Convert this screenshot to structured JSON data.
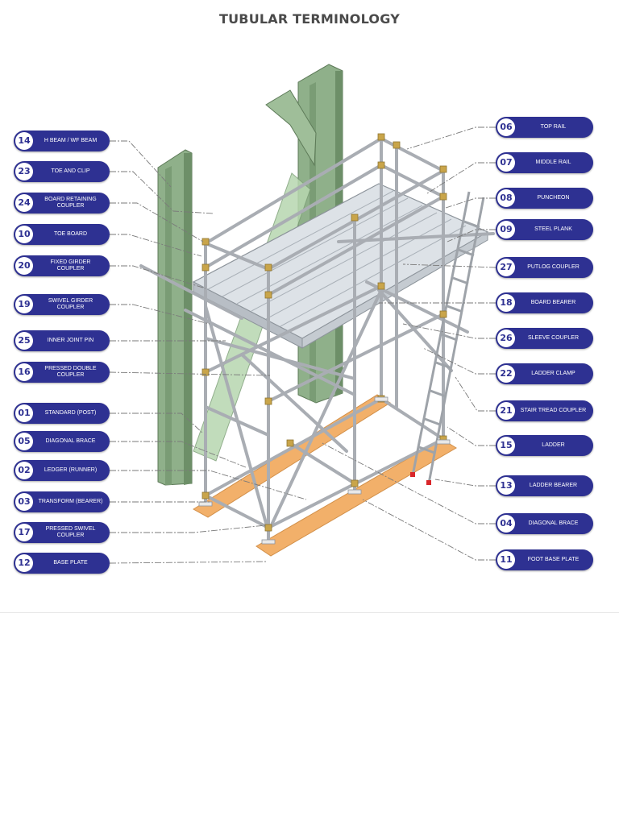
{
  "title": "TUBULAR TERMINOLOGY",
  "colors": {
    "label_fill": "#2e3192",
    "number_fill": "#ffffff",
    "steel_beam": "#8fb08a",
    "tube": "#a9adb3",
    "coupler": "#c9a54a",
    "base_board": "#f2b06a",
    "ladder_foot": "#d9262a"
  },
  "labels_left": [
    {
      "num": "14",
      "text": "H BEAM / WF BEAM"
    },
    {
      "num": "23",
      "text": "TOE AND CLIP"
    },
    {
      "num": "24",
      "text": "BOARD RETAINING COUPLER"
    },
    {
      "num": "10",
      "text": "TOE BOARD"
    },
    {
      "num": "20",
      "text": "FIXED GIRDER COUPLER"
    },
    {
      "num": "19",
      "text": "SWIVEL GIRDER COUPLER"
    },
    {
      "num": "25",
      "text": "INNER JOINT PIN"
    },
    {
      "num": "16",
      "text": "PRESSED DOUBLE COUPLER"
    },
    {
      "num": "01",
      "text": "STANDARD (POST)"
    },
    {
      "num": "05",
      "text": "DIAGONAL BRACE"
    },
    {
      "num": "02",
      "text": "LEDGER (RUNNER)"
    },
    {
      "num": "03",
      "text": "TRANSFORM (BEARER)"
    },
    {
      "num": "17",
      "text": "PRESSED SWIVEL COUPLER"
    },
    {
      "num": "12",
      "text": "BASE PLATE"
    }
  ],
  "labels_right": [
    {
      "num": "06",
      "text": "TOP RAIL"
    },
    {
      "num": "07",
      "text": "MIDDLE RAIL"
    },
    {
      "num": "08",
      "text": "PUNCHEON"
    },
    {
      "num": "09",
      "text": "STEEL PLANK"
    },
    {
      "num": "27",
      "text": "PUTLOG COUPLER"
    },
    {
      "num": "18",
      "text": "BOARD BEARER"
    },
    {
      "num": "26",
      "text": "SLEEVE COUPLER"
    },
    {
      "num": "22",
      "text": "LADDER CLAMP"
    },
    {
      "num": "21",
      "text": "STAIR TREAD COUPLER"
    },
    {
      "num": "15",
      "text": "LADDER"
    },
    {
      "num": "13",
      "text": "LADDER BEARER"
    },
    {
      "num": "04",
      "text": "DIAGONAL BRACE"
    },
    {
      "num": "11",
      "text": "FOOT BASE PLATE"
    }
  ]
}
